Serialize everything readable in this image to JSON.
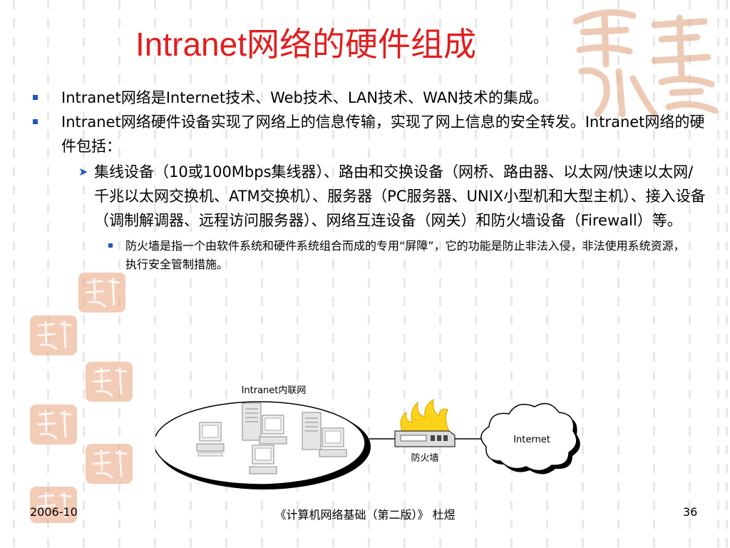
{
  "title": "Intranet网络的硬件组成",
  "bullets": [
    {
      "text": "Intranet网络是Internet技术、Web技术、LAN技术、WAN技术的集成。"
    },
    {
      "text": "Intranet网络硬件设备实现了网络上的信息传输，实现了网上信息的安全转发。Intranet网络的硬件包括："
    }
  ],
  "sub_bullet": "集线设备（10或100Mbps集线器）、路由和交换设备（网桥、路由器、以太网/快速以太网/千兆以太网交换机、ATM交换机）、服务器（PC服务器、UNIX小型机和大型主机）、接入设备（调制解调器、远程访问服务器）、网络互连设备（网关）和防火墙设备（Firewall）等。",
  "sub_sub_bullet": "防火墙是指一个由软件系统和硬件系统组合而成的专用“屏障”，它的功能是防止非法入侵，非法使用系统资源，执行安全管制措施。",
  "diagram": {
    "intranet_label": "Intranet内联网",
    "firewall_label": "防火墙",
    "internet_label": "Internet"
  },
  "footer": {
    "date": "2006-10",
    "center": "《计算机网络基础（第二版）》  杜煜",
    "page": "36"
  },
  "colors": {
    "title": "#e11d1d",
    "bullet": "#1f57c6",
    "stamp": "#d67a4a",
    "flame": "#ffd21a"
  }
}
